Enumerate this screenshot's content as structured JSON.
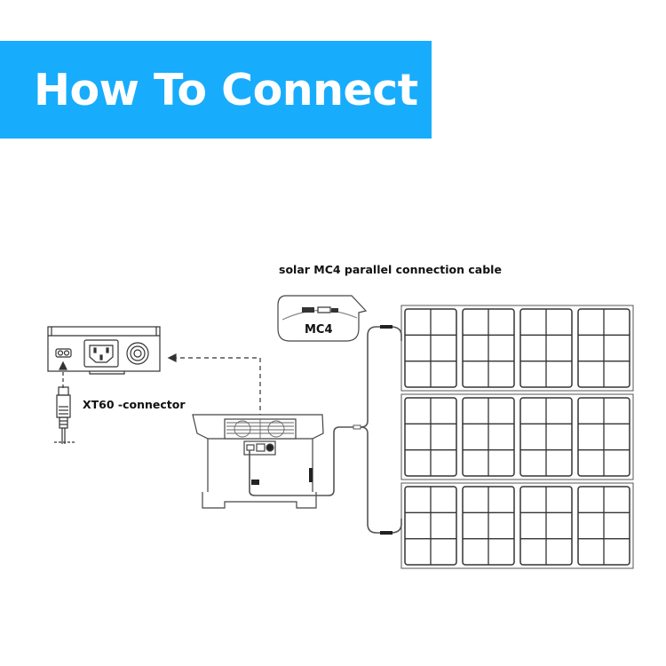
{
  "header": {
    "title": "How To Connect",
    "background_color": "#18acfc",
    "text_color": "#ffffff"
  },
  "diagram": {
    "cable_label": "solar MC4 parallel connection cable",
    "mc4_callout_label": "MC4",
    "xt60_label": "XT60 -connector",
    "components": {
      "power_station": "power-station",
      "port_detail": "port-panel-detail",
      "solar_panels": {
        "rows": 3,
        "panels_per_row": 4,
        "cells_per_panel": 6
      }
    }
  }
}
